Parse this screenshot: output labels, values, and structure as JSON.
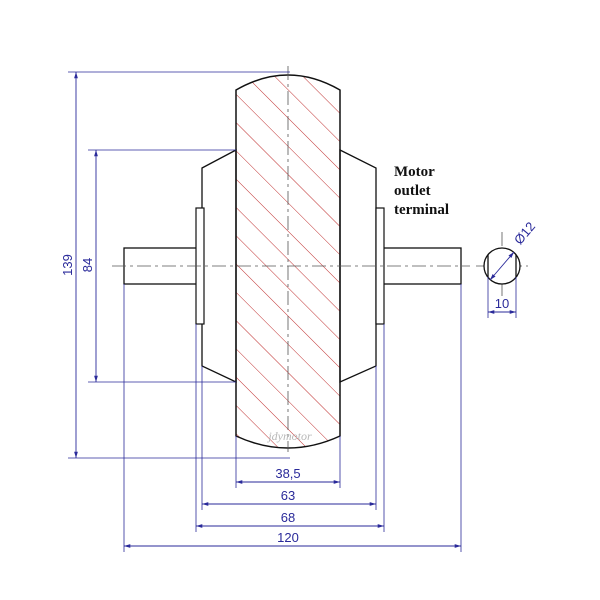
{
  "title": "",
  "callout": {
    "line1": "Motor",
    "line2": "outlet",
    "line3": "terminal"
  },
  "watermark": "jdymotor",
  "dimensions": {
    "overall_height": "139",
    "housing_height": "84",
    "tire_width": "38,5",
    "housing_inner_width": "63",
    "housing_outer_width": "68",
    "overall_width": "120",
    "shaft_diameter": "Ø12",
    "shaft_flat": "10"
  },
  "colors": {
    "outline": "#111111",
    "dimension": "#2a2a9a",
    "hatch": "#c03030",
    "centerline": "#555555"
  }
}
